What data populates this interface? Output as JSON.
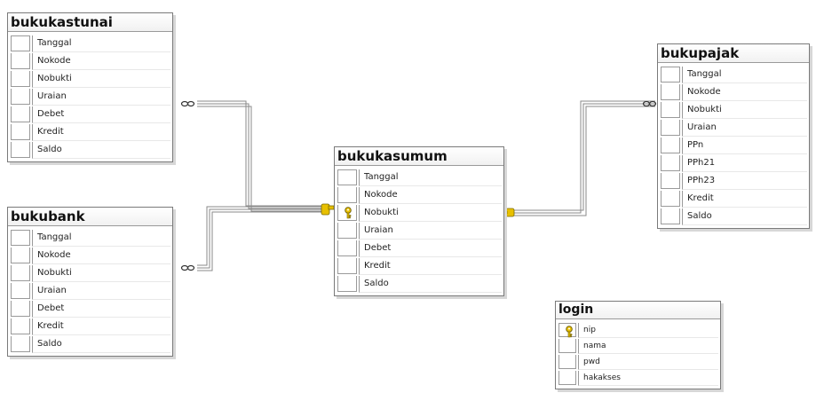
{
  "tables": [
    {
      "id": "bukukastunai",
      "title": "bukukastunai",
      "columns": [
        "Tanggal",
        "Nokode",
        "Nobukti",
        "Uraian",
        "Debet",
        "Kredit",
        "Saldo"
      ],
      "key_column": null
    },
    {
      "id": "bukubank",
      "title": "bukubank",
      "columns": [
        "Tanggal",
        "Nokode",
        "Nobukti",
        "Uraian",
        "Debet",
        "Kredit",
        "Saldo"
      ],
      "key_column": null
    },
    {
      "id": "bukukasumum",
      "title": "bukukasumum",
      "columns": [
        "Tanggal",
        "Nokode",
        "Nobukti",
        "Uraian",
        "Debet",
        "Kredit",
        "Saldo"
      ],
      "key_column": "Nobukti"
    },
    {
      "id": "bukupajak",
      "title": "bukupajak",
      "columns": [
        "Tanggal",
        "Nokode",
        "Nobukti",
        "Uraian",
        "PPn",
        "PPh21",
        "PPh23",
        "Kredit",
        "Saldo"
      ],
      "key_column": null
    },
    {
      "id": "login",
      "title": "login",
      "columns": [
        "nip",
        "nama",
        "pwd",
        "hakakses"
      ],
      "key_column": "nip"
    }
  ],
  "relationships": [
    {
      "from": "bukukastunai",
      "to": "bukukasumum",
      "from_end": "infinity",
      "to_end": "key"
    },
    {
      "from": "bukubank",
      "to": "bukukasumum",
      "from_end": "infinity",
      "to_end": "key"
    },
    {
      "from": "bukupajak",
      "to": "bukukasumum",
      "from_end": "infinity",
      "to_end": "key"
    }
  ],
  "colors": {
    "border": "#7a7a7a",
    "key_icon": "#e8c000",
    "connector": "#8a8a8a"
  },
  "icons": {
    "primary_key": "key-icon",
    "relationship_many": "infinity-icon",
    "relationship_one": "key-icon"
  }
}
